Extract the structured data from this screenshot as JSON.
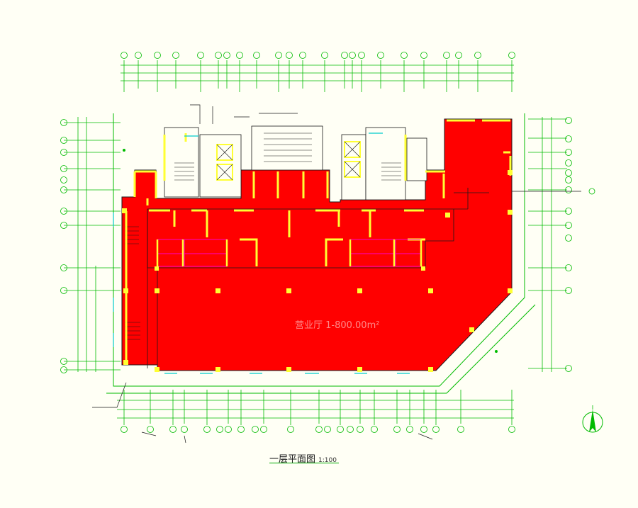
{
  "drawing": {
    "title": "一层平面图",
    "scale": "1:100",
    "area_label": "营业厅 1-800.00m²"
  },
  "colors": {
    "background": "#fffff5",
    "floor_fill": "#ff0000",
    "column": "#ffff33",
    "dimension_line": "#00bb00",
    "wall_line": "#1a1a1a",
    "room_outline": "#ff00cc",
    "window": "#00cccc"
  },
  "icons": [
    "north-arrow-icon",
    "axis-bubble-icon"
  ]
}
